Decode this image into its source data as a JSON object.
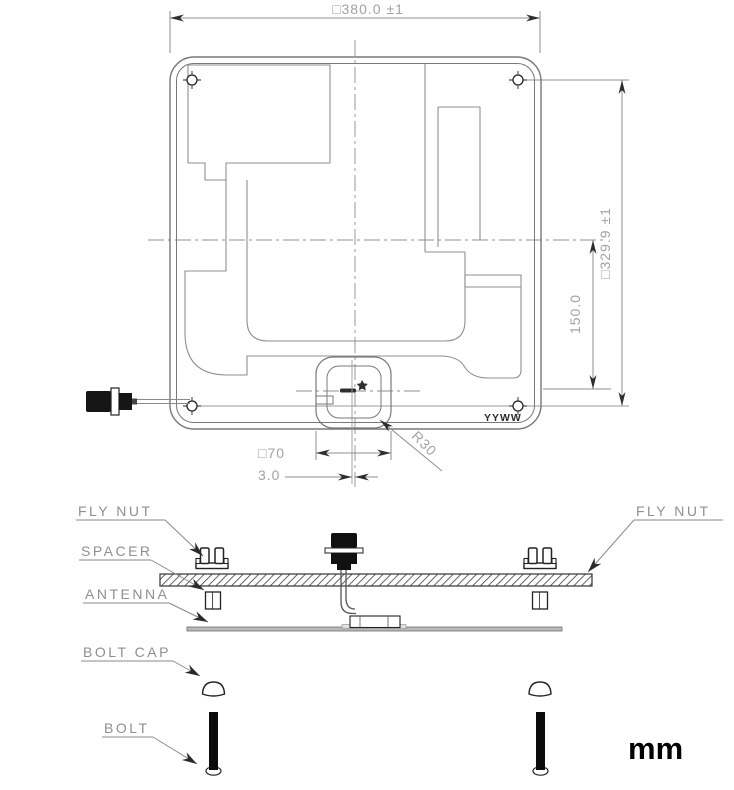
{
  "drawing": {
    "units": "mm",
    "top_view": {
      "dim_overall_width": "□380.0  ±1",
      "dim_mounting_pitch": "□329.9  ±1",
      "dim_feed_offset_from_center": "150.0",
      "dim_feed_square": "□70",
      "dim_feed_lateral_offset": "3.0",
      "dim_corner_radius": "R30",
      "date_code": "YYWW"
    },
    "exploded_view": {
      "fly_nut_left": "FLY NUT",
      "fly_nut_right": "FLY NUT",
      "spacer": "SPACER",
      "antenna": "ANTENNA",
      "bolt_cap": "BOLT CAP",
      "bolt": "BOLT"
    },
    "colors": {
      "background": "#ffffff",
      "line_dark": "#1c1c1c",
      "line_gray": "#787878",
      "dim_gray": "#9b9b9b",
      "text_gray": "#8f8f8f"
    }
  }
}
